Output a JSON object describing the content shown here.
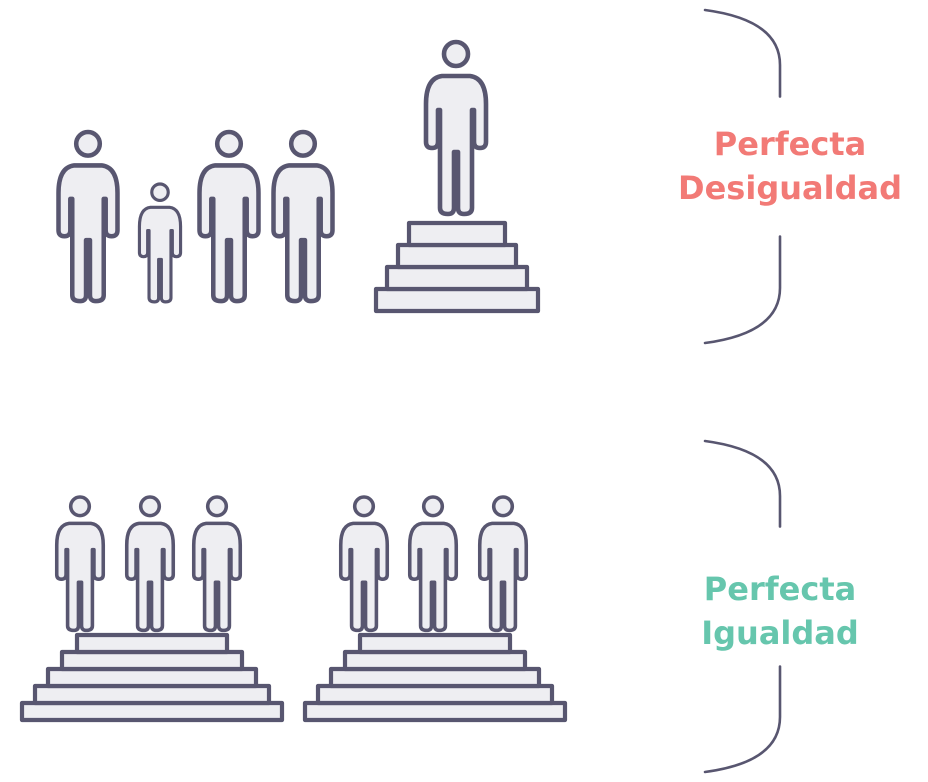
{
  "colors": {
    "outline": "#585670",
    "fill": "#eeeef2",
    "inequality_text": "#f27a76",
    "equality_text": "#66c6ad",
    "bracket": "#585670"
  },
  "panels": [
    {
      "id": "inequality",
      "label_lines": [
        "Perfecta",
        "Desigualdad"
      ]
    },
    {
      "id": "equality",
      "label_lines": [
        "Perfecta",
        "Igualdad"
      ]
    }
  ],
  "icons": {
    "person": "person-icon",
    "stairs": "stairs-icon",
    "bracket": "right-brace-icon"
  }
}
